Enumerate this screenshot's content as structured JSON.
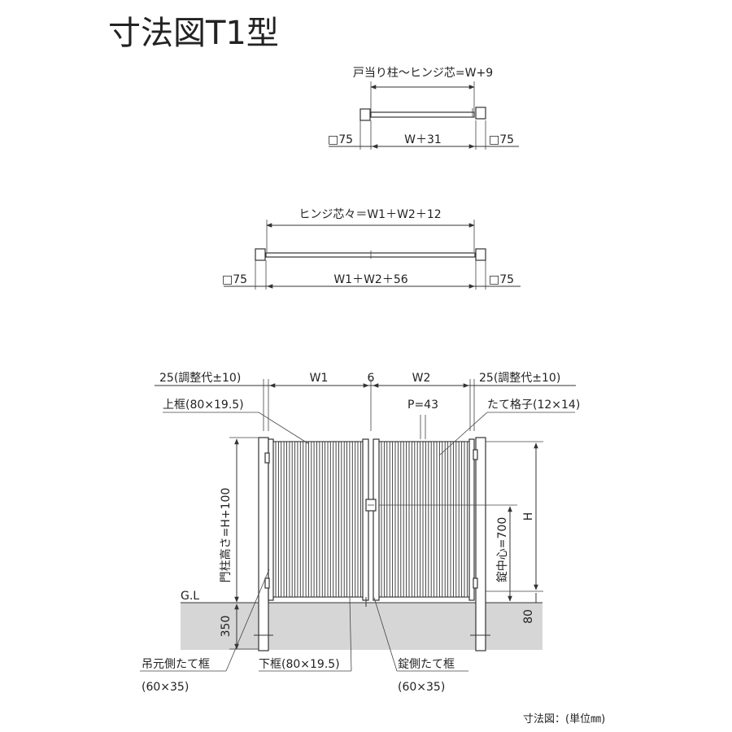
{
  "title": "寸法図T1型",
  "top_view_single": {
    "overall": "戸当り柱～ヒンジ芯=W+9",
    "post_left": "□75",
    "inner": "W＋31",
    "post_right": "□75"
  },
  "top_view_double": {
    "overall": "ヒンジ芯々＝W1＋W2＋12",
    "post_left": "□75",
    "inner": "W1＋W2＋56",
    "post_right": "□75"
  },
  "elevation": {
    "adjust_left": "25(調整代±10)",
    "w1": "W1",
    "gap": "6",
    "w2": "W2",
    "adjust_right": "25(調整代±10)",
    "top_frame": "上框(80×19.5)",
    "pitch": "P=43",
    "bars": "たて格子(12×14)",
    "post_height": "門柱高さ=H+100",
    "lock_center": "錠中心=700",
    "height": "H",
    "ground": "G.L",
    "embed": "350",
    "clearance": "80",
    "hinge_stile": "吊元側たて框",
    "hinge_stile_size": "(60×35)",
    "bottom_frame": "下框(80×19.5)",
    "lock_stile": "錠側たて框",
    "lock_stile_size": "(60×35)"
  },
  "footnote": "寸法図：(単位㎜)"
}
